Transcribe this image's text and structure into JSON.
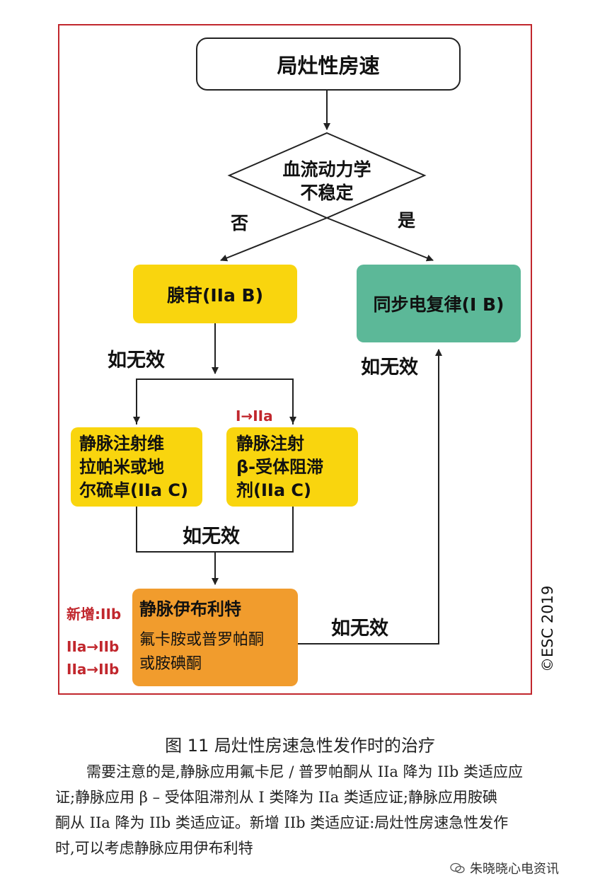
{
  "flow": {
    "start": "局灶性房速",
    "decision_line1": "血流动力学",
    "decision_line2": "不稳定",
    "no_label": "否",
    "yes_label": "是",
    "adenosine": "腺苷(IIa B)",
    "sync": "同步电复律(I B)",
    "if_ineffective": "如无效",
    "vera_l1": "静脉注射维",
    "vera_l2": "拉帕米或地",
    "vera_l3": "尔硫卓(IIa C)",
    "beta_l1": "静脉注射",
    "beta_l2": "β-受体阻滞",
    "beta_l3": "剂(IIa C)",
    "ibut_main": "静脉伊布利特",
    "ibut_sub1": "氟卡胺或普罗帕酮",
    "ibut_sub2": "或胺碘酮",
    "red_beta": "I→IIa",
    "red_new": "新增:IIb",
    "red_down1": "IIa→IIb",
    "red_down2": "IIa→IIb",
    "copyright": "©ESC 2019"
  },
  "colors": {
    "frame": "#c1272d",
    "yellow": "#f9d50e",
    "green": "#5cb898",
    "orange": "#f19c2d",
    "red_text": "#c1272d"
  },
  "caption": "图 11  局灶性房速急性发作时的治疗",
  "paragraph": {
    "line1": "需要注意的是,静脉应用氟卡尼 / 普罗帕酮从 IIa 降为 IIb 类适应应",
    "line2": "证;静脉应用 β – 受体阻滞剂从 I 类降为 IIa 类适应证;静脉应用胺碘",
    "line3": "酮从 IIa 降为 IIb 类适应证。新增 IIb 类适应证:局灶性房速急性发作",
    "line4": "时,可以考虑静脉应用伊布利特"
  },
  "watermark": {
    "icon": "wechat-icon",
    "text": "朱晓晓心电资讯"
  }
}
